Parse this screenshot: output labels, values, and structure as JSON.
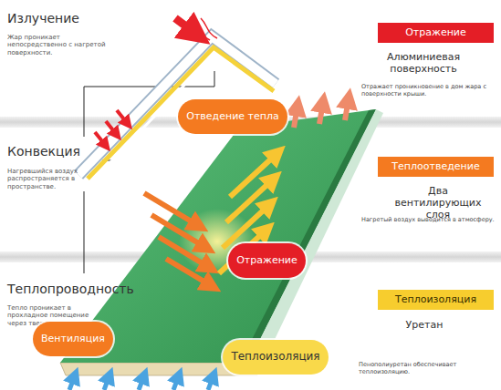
{
  "diagram": {
    "nodes": [
      {
        "text": [
          "Отражение"
        ]
      },
      {
        "text": [
          "Отведение тепла"
        ]
      },
      {
        "text": [
          "Теплоотведение"
        ]
      },
      {
        "text": [
          "Отражение"
        ]
      },
      {
        "text": [
          "Теплоизоляция"
        ]
      },
      {
        "text": [
          "Вентиляция"
        ]
      },
      {
        "text": [
          "Теплоизоляция"
        ]
      }
    ],
    "labels": [
      "Излучение",
      "Жар проникает непосредственно с нагретой поверхности.",
      "Конвекция",
      "Нагревшийся воздух распространяется в пространстве.",
      "Теплопроводность",
      "Тепло проникает в прохладное помещение через твердые тела.",
      "Алюминиевая поверхность",
      "Отражает проникновение в дом жара с поверхности крыши.",
      "Два вентилирующих слоя",
      "Нагретый воздух выводится в атмосферу.",
      "Уретан",
      "Пенополиуретан обеспечивает теплоизоляцию."
    ]
  }
}
